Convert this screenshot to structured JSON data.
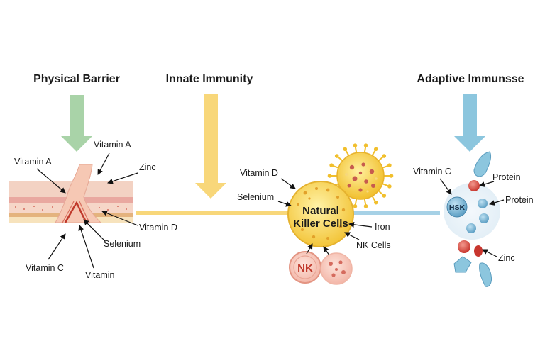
{
  "headers": {
    "physical": "Physical Barrier",
    "innate": "Innate Immunity",
    "adaptive": "Adaptive Immunsse"
  },
  "barrier_labels": {
    "vitamin_a_left": "Vitamin A",
    "vitamin_a_top": "Vitamin A",
    "zinc": "Zinc",
    "vitamin_d": "Vitamin D",
    "selenium": "Selenium",
    "vitamin_c": "Vitamin C",
    "vitamin": "Vitamin"
  },
  "innate_labels": {
    "vitamin_d": "Vitamin D",
    "selenium": "Selenium",
    "nk_line1": "Natural",
    "nk_line2": "Killer Cells",
    "iron": "Iron",
    "nk_cells": "NK Cells",
    "nk_small": "NK"
  },
  "adaptive_labels": {
    "vitamin_c": "Vitamin C",
    "protein_top": "Protein",
    "protein_right": "Protein",
    "center": "HSK",
    "zinc": "Zinc"
  },
  "colors": {
    "green_arrow": "#a9d3a8",
    "yellow_arrow": "#f8d77a",
    "blue_arrow": "#8cc6de",
    "skin_top": "#f3d2c3",
    "skin_mid": "#e9a8a0",
    "skin_base": "#f7e3bd",
    "nk_cell": "#f7d35a",
    "blue_cell": "#bcd9ea"
  }
}
